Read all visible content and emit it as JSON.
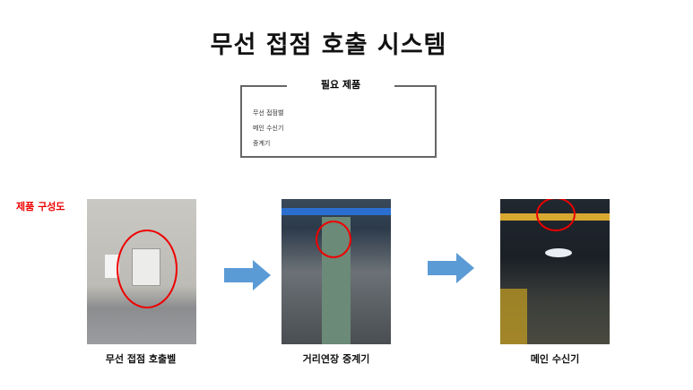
{
  "title": "무선 접점 호출 시스템",
  "required_products": {
    "label": "필요 제품",
    "items": [
      "무선 접점벨",
      "메인 수신기",
      "중계기"
    ]
  },
  "section_label": "제품 구성도",
  "steps": [
    {
      "caption": "무선 접점 호출벨"
    },
    {
      "caption": "거리연장 중계기"
    },
    {
      "caption": "메인 수신기"
    }
  ],
  "colors": {
    "accent_red": "#e00000",
    "arrow": "#5b9bd5"
  }
}
